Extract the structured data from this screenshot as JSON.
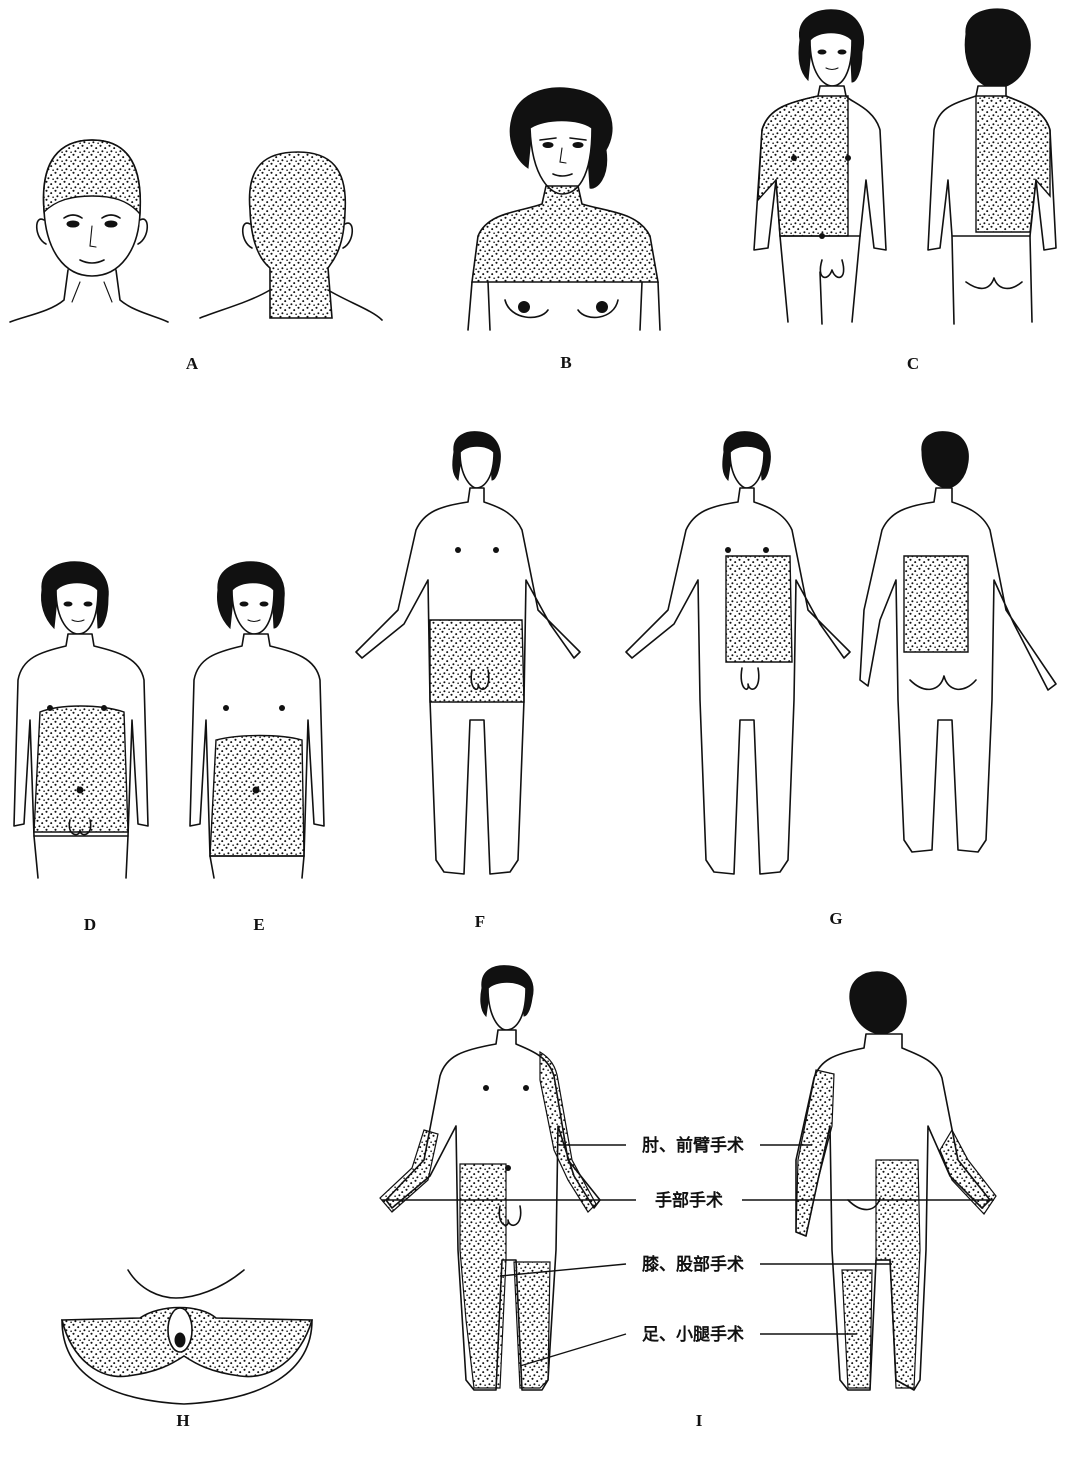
{
  "panels": [
    {
      "id": "A",
      "label": "A"
    },
    {
      "id": "B",
      "label": "B"
    },
    {
      "id": "C",
      "label": "C"
    },
    {
      "id": "D",
      "label": "D"
    },
    {
      "id": "E",
      "label": "E"
    },
    {
      "id": "F",
      "label": "F"
    },
    {
      "id": "G",
      "label": "G"
    },
    {
      "id": "H",
      "label": "H"
    },
    {
      "id": "I",
      "label": "I"
    }
  ],
  "callouts": [
    {
      "id": "forearm",
      "label": "肘、前臂手术"
    },
    {
      "id": "hand",
      "label": "手部手术"
    },
    {
      "id": "knee",
      "label": "膝、股部手术"
    },
    {
      "id": "foot",
      "label": "足、小腿手术"
    }
  ]
}
